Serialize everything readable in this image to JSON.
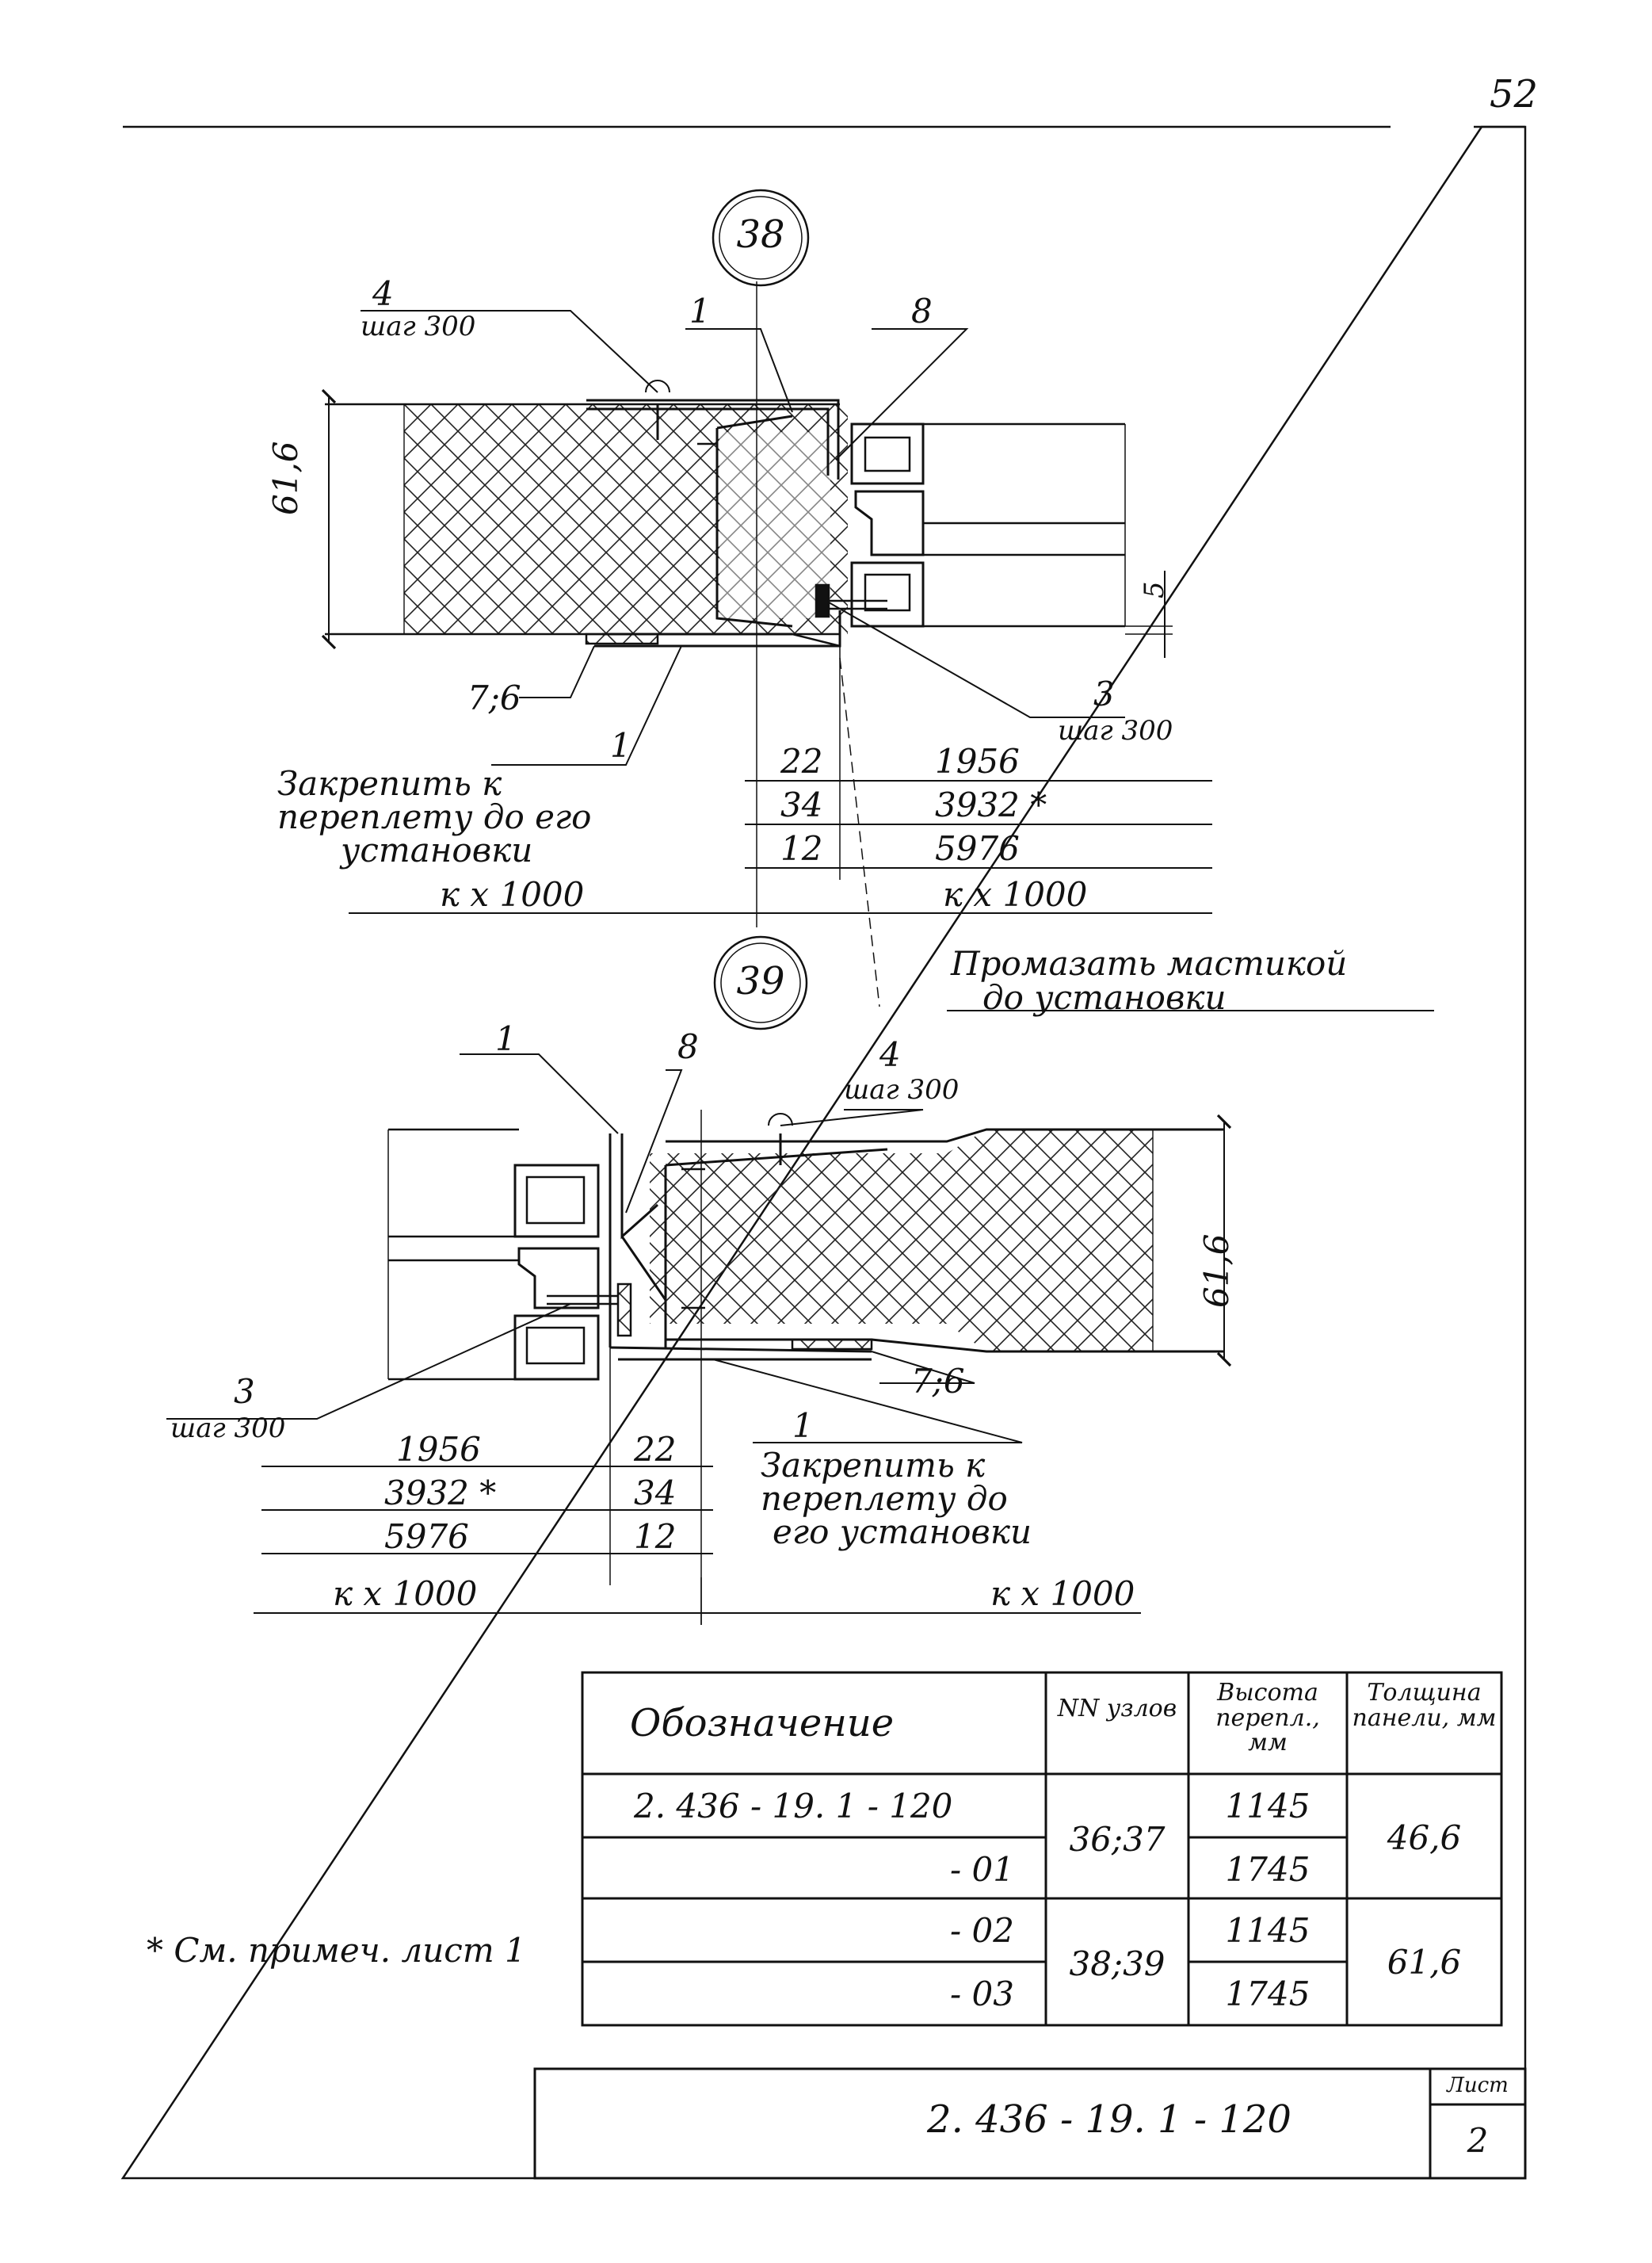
{
  "sheet_number": "52",
  "node_38": {
    "id": "38",
    "callout_4": "4",
    "callout_4_step": "шаг 300",
    "callout_1_top": "1",
    "callout_8": "8",
    "dim_thickness": "61,6",
    "dim_5": "5",
    "callout_7_6": "7;6",
    "callout_3": "3",
    "callout_3_step": "шаг 300",
    "callout_1_bottom": "1",
    "note_fix": [
      "Закрепить к",
      "переплету до его",
      "установки"
    ],
    "dims_left": [
      "22",
      "34",
      "12"
    ],
    "dims_right": [
      "1956",
      "3932 *",
      "5976"
    ],
    "axis_left": "к х 1000",
    "axis_right": "к х 1000",
    "note_mastic": [
      "Промазать мастикой",
      "до установки"
    ]
  },
  "node_39": {
    "id": "39",
    "callout_1_top": "1",
    "callout_8": "8",
    "callout_4": "4",
    "callout_4_step": "шаг 300",
    "dim_thickness": "61,6",
    "callout_3": "3",
    "callout_3_step": "шаг 300",
    "callout_7_6": "7;6",
    "callout_1_bottom": "1",
    "note_fix": [
      "Закрепить к",
      "переплету до",
      "его установки"
    ],
    "dims_left": [
      "1956",
      "3932 *",
      "5976"
    ],
    "dims_right": [
      "22",
      "34",
      "12"
    ],
    "axis_left": "к х 1000",
    "axis_right": "к х 1000"
  },
  "spec_table": {
    "headers": [
      "Обозначение",
      "NN узлов",
      "Высота перепл., мм",
      "Толщина панели, мм"
    ],
    "rows": [
      {
        "designation": "2. 436 - 19. 1 - 120",
        "nodes": "36;37",
        "height": "1145",
        "thickness": "46,6"
      },
      {
        "designation": "- 01",
        "nodes": "",
        "height": "1745",
        "thickness": ""
      },
      {
        "designation": "- 02",
        "nodes": "38;39",
        "height": "1145",
        "thickness": "61,6"
      },
      {
        "designation": "- 03",
        "nodes": "",
        "height": "1745",
        "thickness": ""
      }
    ]
  },
  "footnote": "* См. примеч. лист 1",
  "title_block": {
    "code": "2. 436 - 19. 1 - 120",
    "sheet_label": "Лист",
    "sheet_value": "2"
  }
}
